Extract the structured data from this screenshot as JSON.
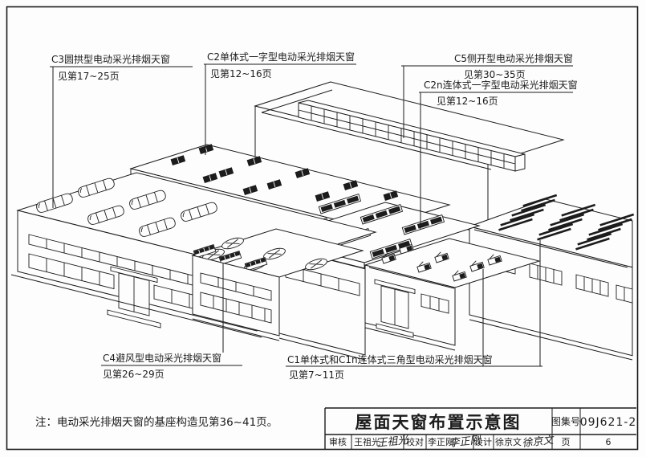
{
  "callouts": {
    "c3": {
      "title": "C3圆拱型电动采光排烟天窗",
      "ref": "见第17~25页"
    },
    "c2": {
      "title": "C2单体式一字型电动采光排烟天窗",
      "ref": "见第12~16页"
    },
    "c5": {
      "title": "C5侧开型电动采光排烟天窗",
      "ref": "见第30~35页"
    },
    "c2n": {
      "title": "C2n连体式一字型电动采光排烟天窗",
      "ref": "见第12~16页"
    },
    "c4": {
      "title": "C4避风型电动采光排烟天窗",
      "ref": "见第26~29页"
    },
    "c1": {
      "title": "C1单体式和C1n连体式三角型电动采光排烟天窗",
      "ref": "见第7~11页"
    }
  },
  "note": "注：电动采光排烟天窗的基座构造见第36~41页。",
  "title_block": {
    "drawing_title": "屋面天窗布置示意图",
    "atlas_label": "图集号",
    "atlas_number": "09J621-2",
    "page_label": "页",
    "page_number": "6",
    "reviewer_label": "审核",
    "reviewer_name": "王祖光",
    "reviewer_signature": "王祖光",
    "checker_label": "校对",
    "checker_name": "李正刚",
    "checker_signature": "李正刚",
    "designer_label": "设计",
    "designer_name": "徐京文",
    "designer_signature": "徐京文"
  },
  "colors": {
    "ink": "#1c1c1c",
    "paper": "#fdfdfd"
  }
}
